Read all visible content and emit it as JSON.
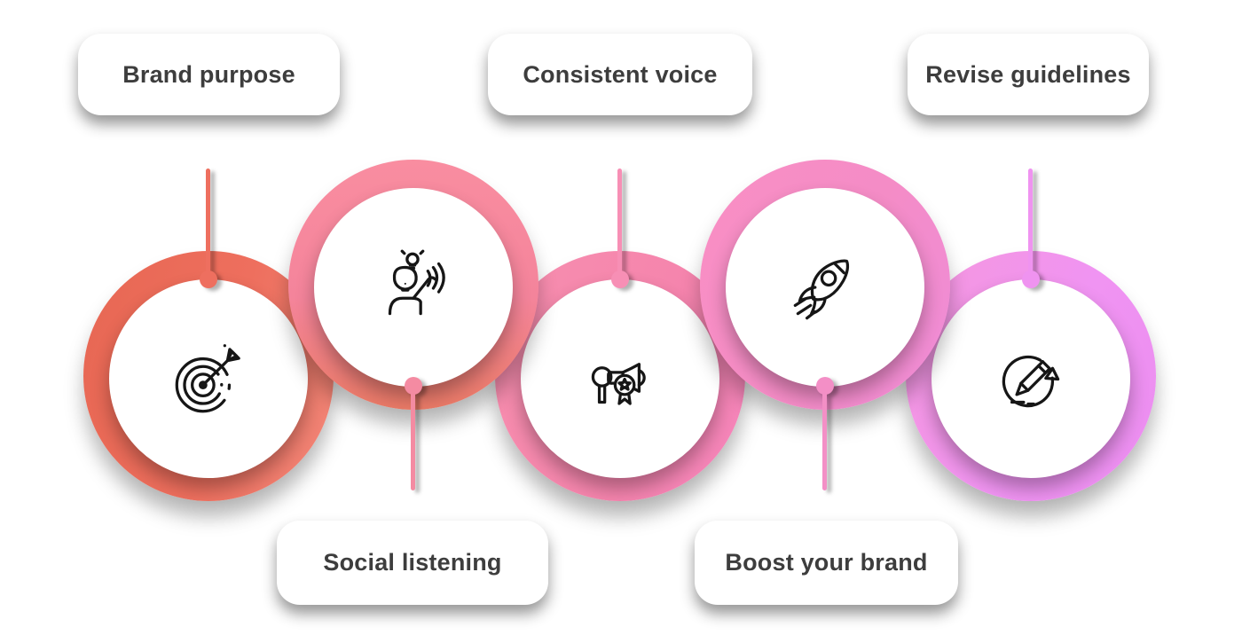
{
  "background_color": "#ffffff",
  "text_color": "#3d3d3d",
  "diagram": {
    "type": "process-flow-infographic",
    "steps": [
      {
        "label": "Brand purpose",
        "icon": "target-arrow-icon",
        "label_position": "top",
        "circle_position": "low",
        "ring_color_start": "#e76753",
        "ring_color_end": "#f28779",
        "connector_color": "#ee6f5f"
      },
      {
        "label": "Social listening",
        "icon": "person-listening-icon",
        "label_position": "bottom",
        "circle_position": "high",
        "ring_color_start": "#f98da0",
        "ring_color_end": "#ea7a66",
        "connector_color": "#f48ba2"
      },
      {
        "label": "Consistent voice",
        "icon": "megaphone-star-icon",
        "label_position": "top",
        "circle_position": "low",
        "ring_color_start": "#f78fae",
        "ring_color_end": "#f585bd",
        "connector_color": "#f78fb5"
      },
      {
        "label": "Boost your brand",
        "icon": "rocket-icon",
        "label_position": "bottom",
        "circle_position": "high",
        "ring_color_start": "#f98fc4",
        "ring_color_end": "#ef8cd8",
        "connector_color": "#f38fc6"
      },
      {
        "label": "Revise guidelines",
        "icon": "edit-circular-arrow-icon",
        "label_position": "top",
        "circle_position": "low",
        "ring_color_start": "#f597dd",
        "ring_color_end": "#eb8df0",
        "connector_color": "#ef93f0"
      }
    ]
  }
}
